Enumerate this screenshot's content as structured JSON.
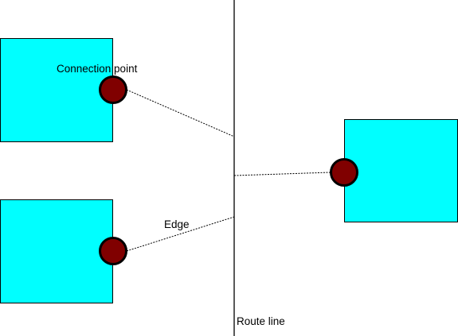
{
  "labels": {
    "connection_point": "Connection point",
    "edge": "Edge",
    "route_line": "Route line"
  },
  "colors": {
    "node_fill": "#00ffff",
    "node_stroke": "#000000",
    "port_fill": "#800000",
    "line": "#000000"
  }
}
